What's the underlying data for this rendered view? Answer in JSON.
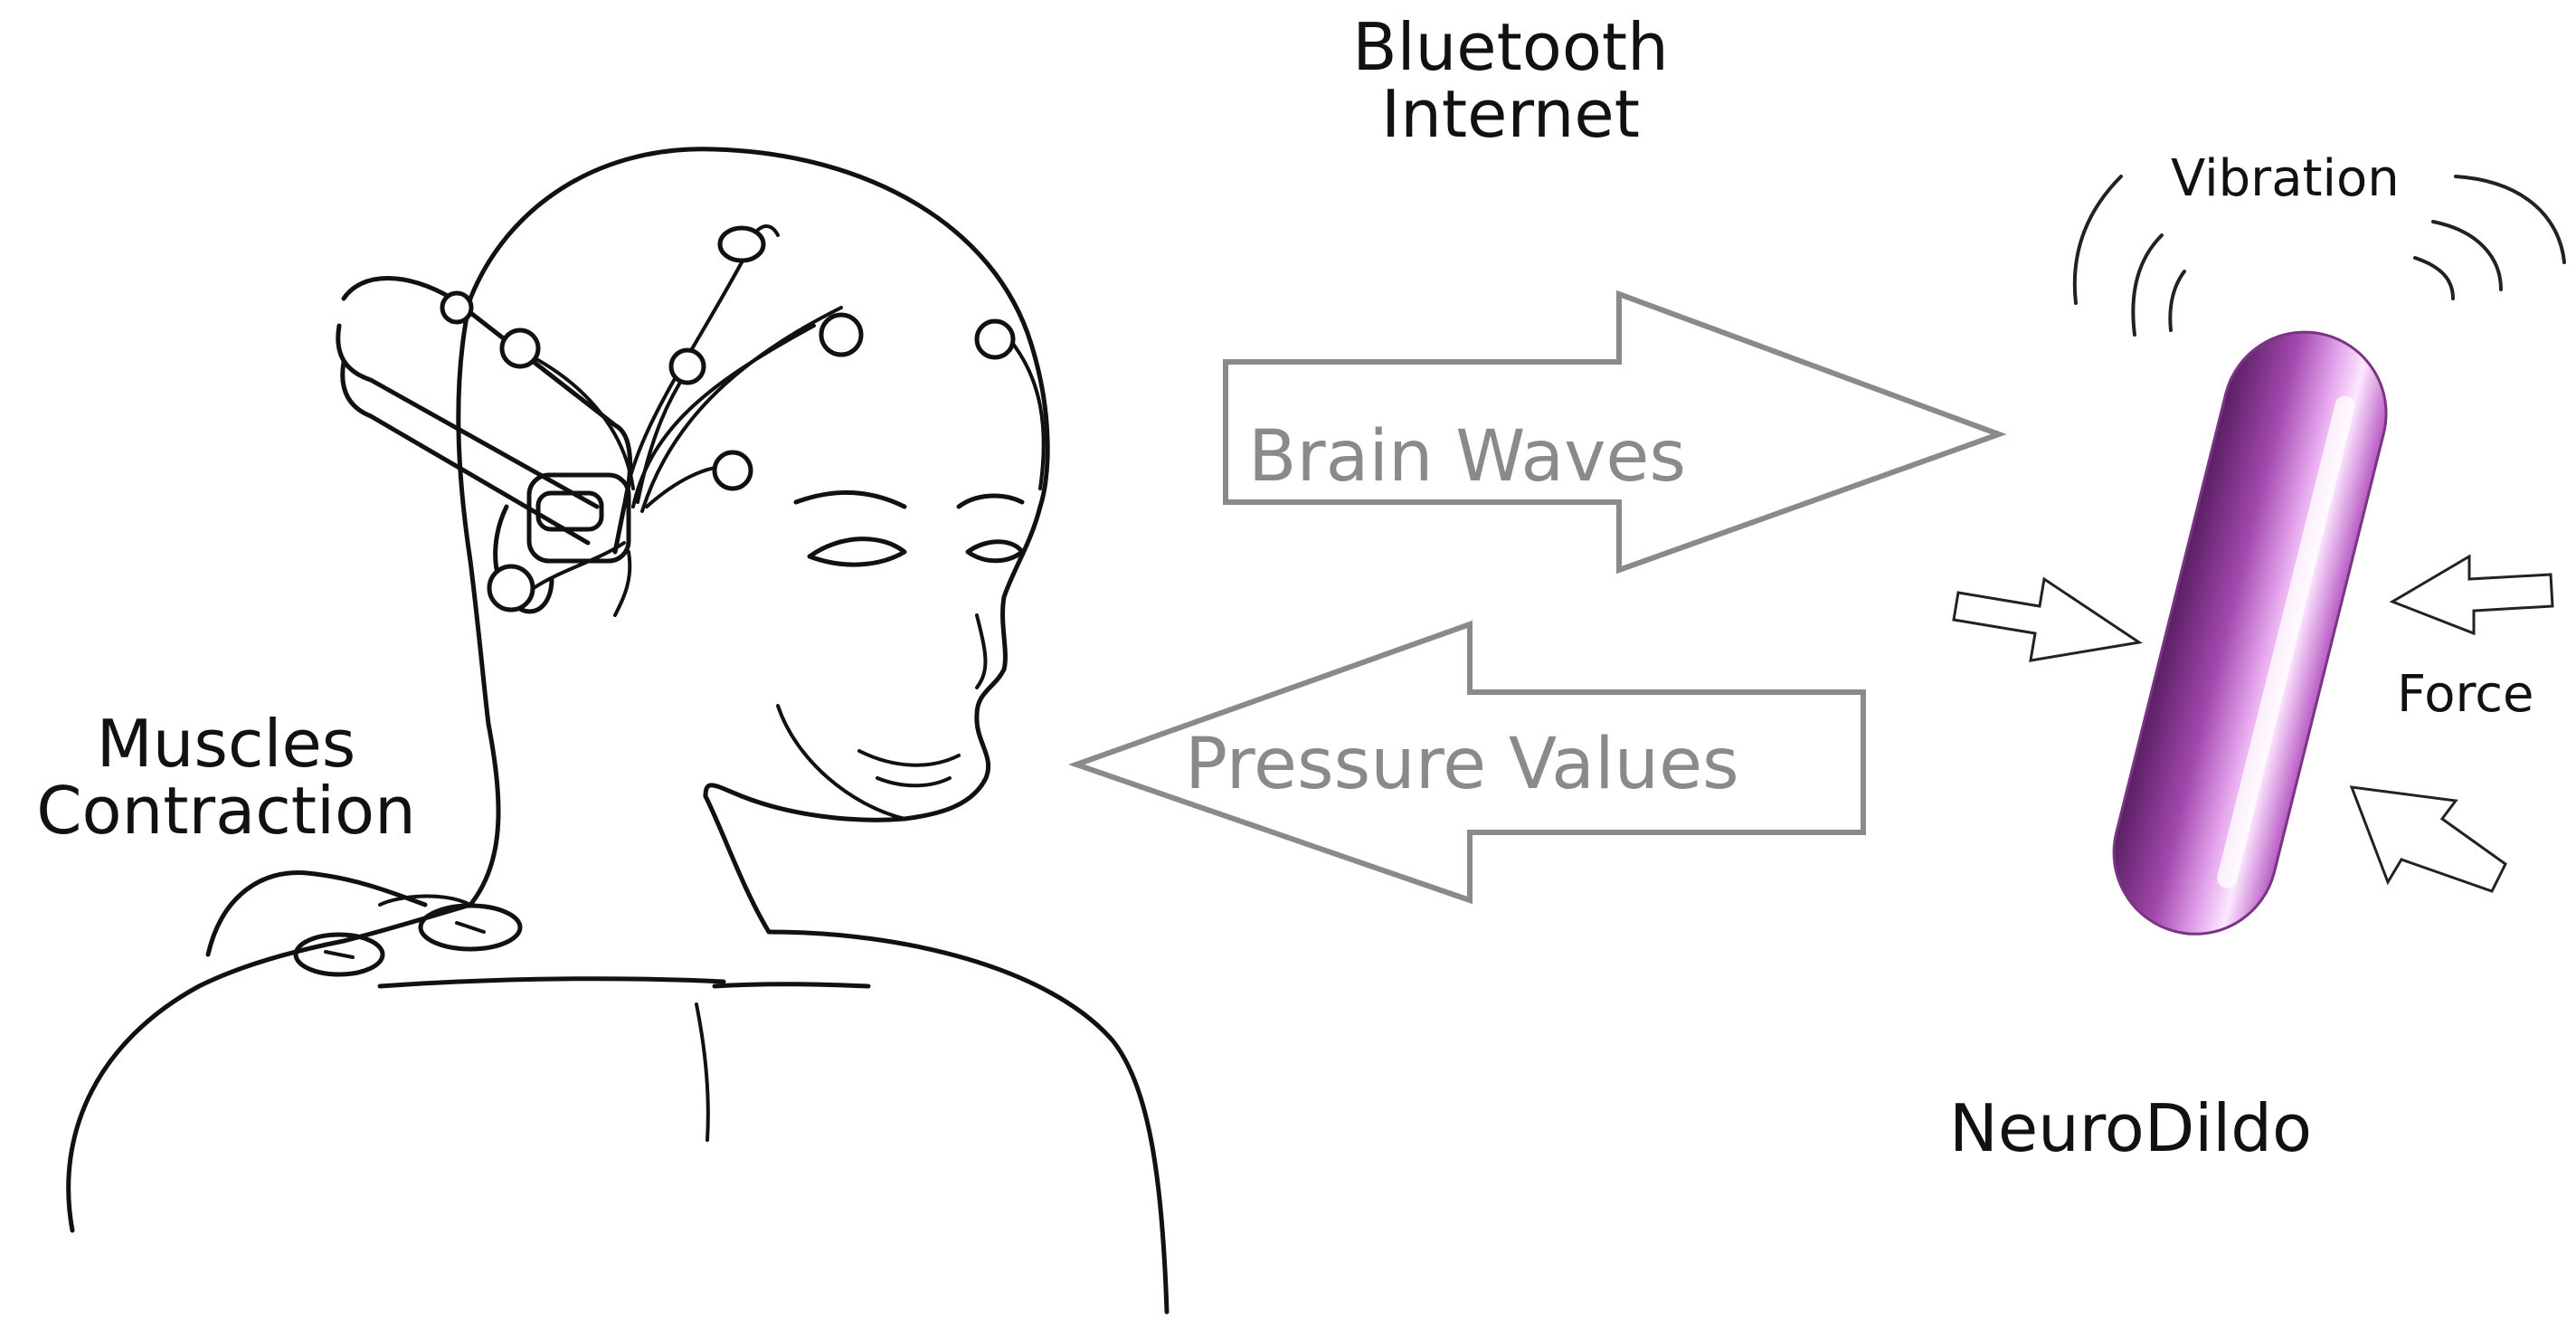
{
  "labels": {
    "connection_line1": "Bluetooth",
    "connection_line2": "Internet",
    "brain_waves": "Brain Waves",
    "pressure_values": "Pressure Values",
    "muscles_line1": "Muscles",
    "muscles_line2": "Contraction",
    "vibration": "Vibration",
    "force": "Force",
    "device_name": "NeuroDildo"
  },
  "colors": {
    "arrow_outline": "#8a8a8a",
    "arrow_text": "#8a8a8a",
    "device_purple": "#b04fb8",
    "ink": "#111111"
  },
  "icons": {
    "head": "head-with-eeg-headset",
    "device": "capsule-device",
    "vibration": "vibration-waves",
    "force": "force-arrows"
  }
}
